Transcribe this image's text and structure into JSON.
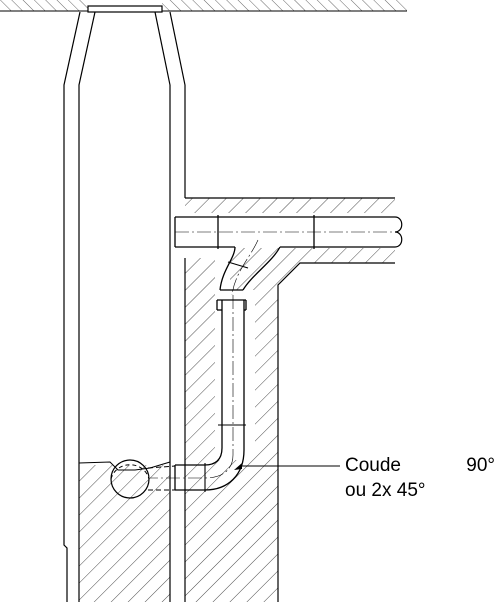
{
  "callout": {
    "line1_left": "Coude",
    "line1_right": "90°",
    "line2": "ou 2x 45°"
  },
  "colors": {
    "stroke": "#000000",
    "background": "#ffffff"
  }
}
